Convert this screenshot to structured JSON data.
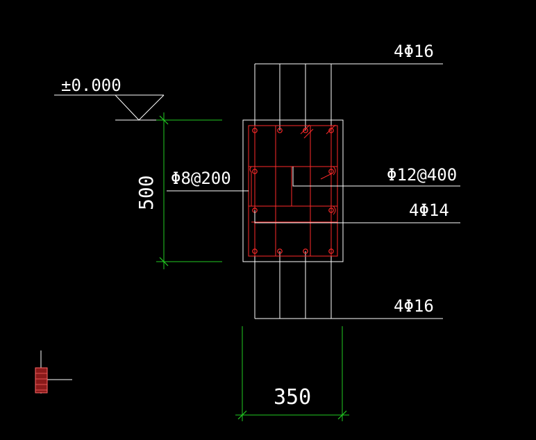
{
  "drawing": {
    "elevation_label": "±0.000",
    "height_dimension": "500",
    "width_dimension": "350",
    "top_rebar_label": "4Φ16",
    "bottom_rebar_label": "4Φ16",
    "stirrup_label": "Φ8@200",
    "tie_label": "Φ12@400",
    "side_rebar_label": "4Φ14"
  },
  "colors": {
    "background": "#000000",
    "leader_line": "#ffffff",
    "rebar": "#ff2a2a",
    "dimension": "#22cc22",
    "text": "#ffffff",
    "ucs_fill": "#8a1a1a"
  }
}
